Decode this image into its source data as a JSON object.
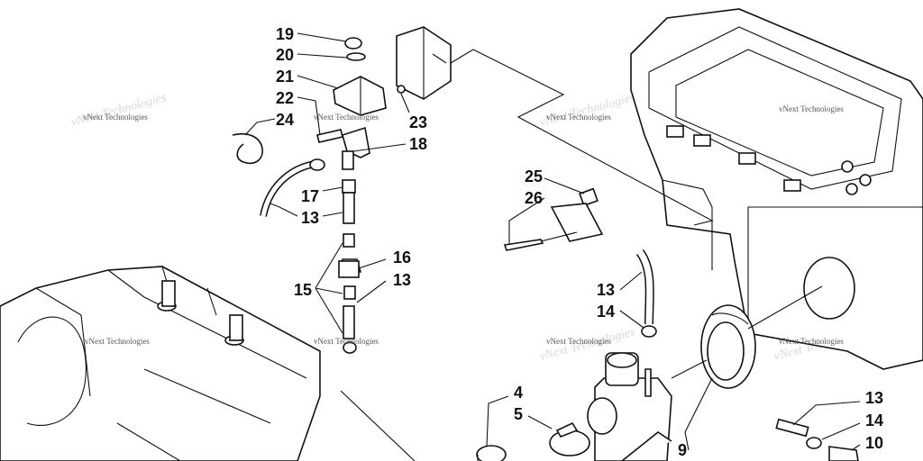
{
  "callouts": [
    {
      "id": "c19",
      "text": "19"
    },
    {
      "id": "c20",
      "text": "20"
    },
    {
      "id": "c21",
      "text": "21"
    },
    {
      "id": "c22",
      "text": "22"
    },
    {
      "id": "c24",
      "text": "24"
    },
    {
      "id": "c23",
      "text": "23"
    },
    {
      "id": "c18",
      "text": "18"
    },
    {
      "id": "c17",
      "text": "17"
    },
    {
      "id": "c13a",
      "text": "13"
    },
    {
      "id": "c16",
      "text": "16"
    },
    {
      "id": "c15",
      "text": "15"
    },
    {
      "id": "c13b",
      "text": "13"
    },
    {
      "id": "c25",
      "text": "25"
    },
    {
      "id": "c26",
      "text": "26"
    },
    {
      "id": "c13c",
      "text": "13"
    },
    {
      "id": "c14a",
      "text": "14"
    },
    {
      "id": "c4",
      "text": "4"
    },
    {
      "id": "c5",
      "text": "5"
    },
    {
      "id": "c9",
      "text": "9"
    },
    {
      "id": "c13d",
      "text": "13"
    },
    {
      "id": "c14b",
      "text": "14"
    },
    {
      "id": "c10",
      "text": "10"
    }
  ],
  "watermark": {
    "text": "vNext Technologies"
  }
}
